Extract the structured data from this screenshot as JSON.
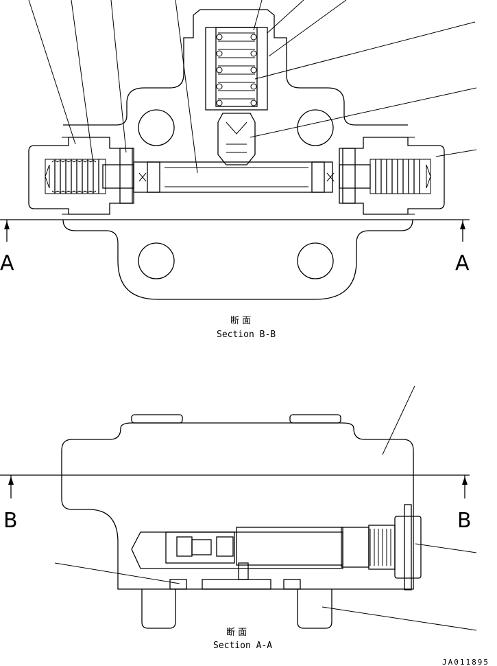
{
  "section_bb": {
    "title_jp": "断 面",
    "title_en": "Section B-B",
    "cut_label_left": "A",
    "cut_label_right": "A"
  },
  "section_aa": {
    "title_jp": "断 面",
    "title_en": "Section A-A",
    "cut_label_left": "B",
    "cut_label_right": "B"
  },
  "drawing_code": "JA011895"
}
